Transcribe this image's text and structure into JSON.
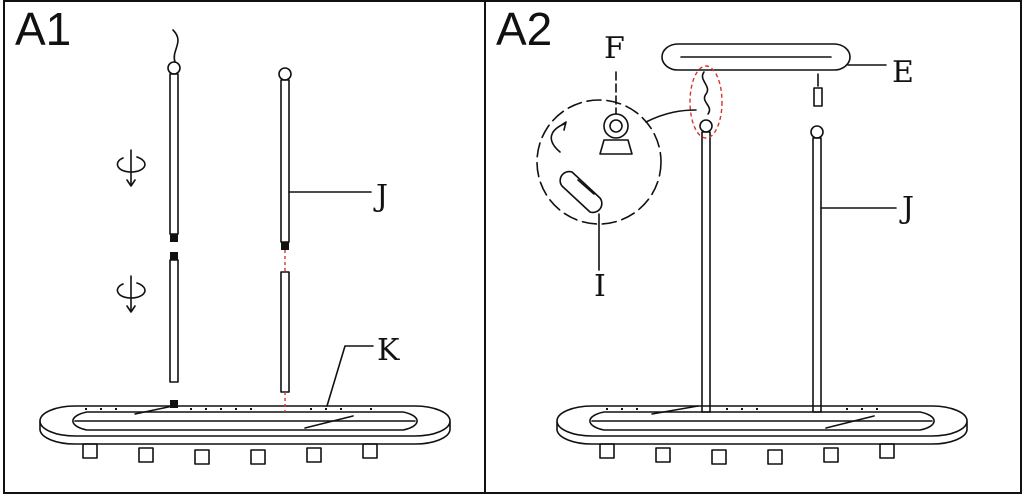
{
  "panels": {
    "a1": {
      "step": "A1",
      "labels": {
        "rod": "J",
        "frame": "K"
      }
    },
    "a2": {
      "step": "A2",
      "labels": {
        "canopy": "E",
        "eyebolt": "F",
        "rod": "J",
        "clip": "I"
      }
    }
  },
  "colors": {
    "line": "#111111",
    "highlight": "#d8332f"
  }
}
